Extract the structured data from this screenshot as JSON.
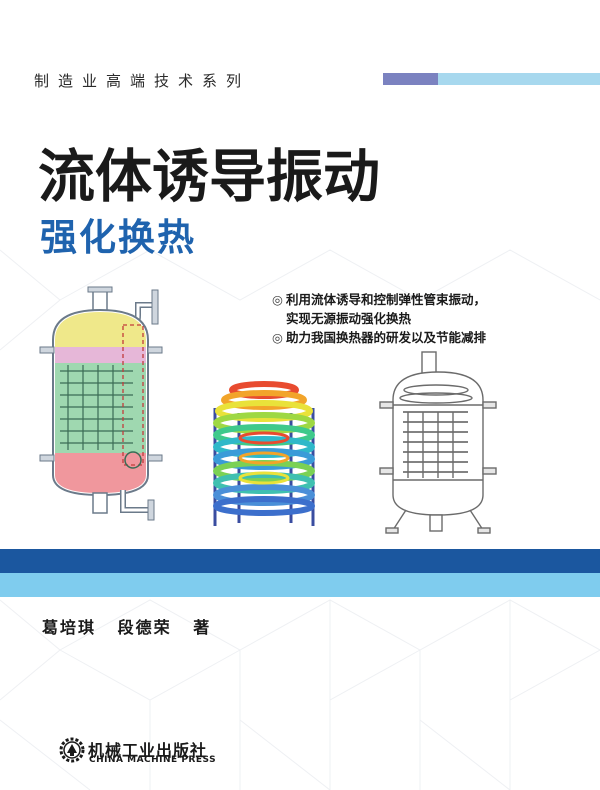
{
  "series": "制造业高端技术系列",
  "title": "流体诱导振动",
  "subtitle": "强化换热",
  "bullets": [
    "利用流体诱导和控制弹性管束振动，",
    "实现无源振动强化换热",
    "助力我国换热器的研发以及节能减排"
  ],
  "authors": [
    "葛培琪",
    "段德荣",
    "著"
  ],
  "publisher": {
    "name_cn": "机械工业出版社",
    "name_en": "CHINA MACHINE PRESS"
  },
  "colors": {
    "title": "#1a1a1a",
    "subtitle": "#1f63ae",
    "band_dark": "#1b579f",
    "band_light": "#7fccee",
    "bar_dark": "#7b82c0",
    "bar_light": "#a7d8ee"
  }
}
